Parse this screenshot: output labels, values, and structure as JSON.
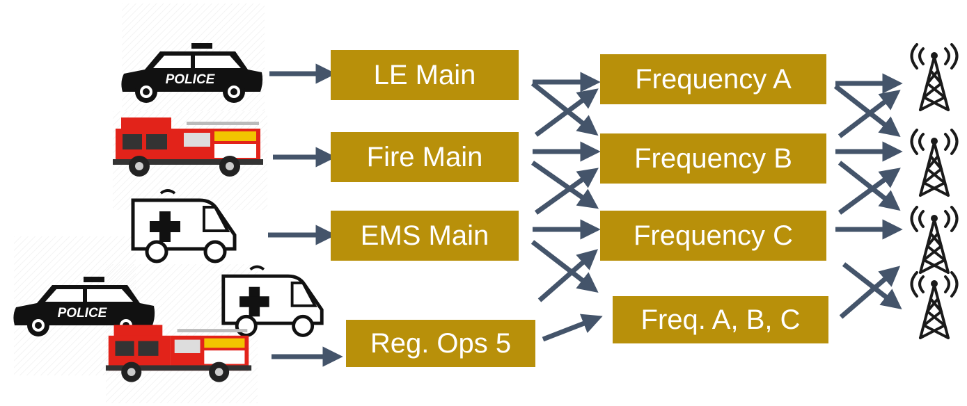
{
  "colors": {
    "box_fill": "#B8900A",
    "box_text": "#FFFFFF",
    "arrow": "#44546A",
    "police_body": "#111111",
    "fire_red": "#E2231A",
    "tower": "#1A1A1A"
  },
  "icons": {
    "police": "police-car-icon",
    "fire": "fire-truck-icon",
    "ambulance": "ambulance-icon",
    "tower": "radio-tower-icon"
  },
  "vehicles": {
    "police_label": "POLICE",
    "group_police_label": "POLICE"
  },
  "talkgroups": [
    {
      "label": "LE Main"
    },
    {
      "label": "Fire Main"
    },
    {
      "label": "EMS Main"
    },
    {
      "label": "Reg. Ops 5"
    }
  ],
  "frequencies": [
    {
      "label": "Frequency A"
    },
    {
      "label": "Frequency B"
    },
    {
      "label": "Frequency C"
    },
    {
      "label": "Freq. A, B, C"
    }
  ]
}
